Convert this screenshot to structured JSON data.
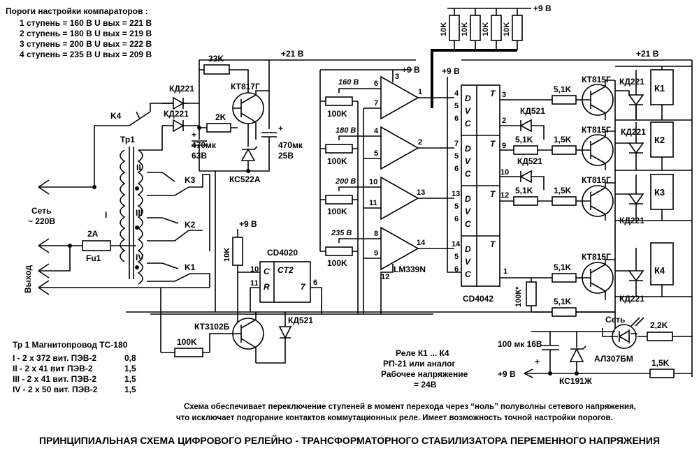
{
  "thresholds": {
    "title": "Пороги настройки  компараторов :",
    "rows": [
      "1 ступень = 160 В   U вых = 221 В",
      "2 ступень = 180 В   U вых = 219 В",
      "3 ступень = 200 В   U вых = 222 В",
      "4 ступень = 235 В   U вых = 209 В"
    ]
  },
  "transformer_spec": {
    "title": "Тр 1  Магнитопровод  ТС-180",
    "rows": [
      {
        "w": "I -   2 х 372 вит.  ПЭВ-2",
        "d": "0,8"
      },
      {
        "w": "II -  2 х 41 вит   ПЭВ-2",
        "d": "1,5"
      },
      {
        "w": "III -  2 х 41 вит.  ПЭВ-2",
        "d": "1,5"
      },
      {
        "w": "IV -  2 х 50 вит.  ПЭВ-2",
        "d": "1,5"
      }
    ]
  },
  "relay_note": [
    "Реле К1 ... К4",
    "РП-21 или аналог",
    "Рабочее напряжение",
    "= 24В"
  ],
  "description": [
    "Схема обеспечивает  переключение ступеней  в момент перехода через “ноль” полуволны сетевого напряжения,",
    "что исключает подгорание контактов коммутационных реле.   Имеет возможность точной настройки порогов."
  ],
  "caption": "ПРИНЦИПИАЛЬНАЯ СХЕМА  ЦИФРОВОГО  РЕЛЕЙНО - ТРАНСФОРМАТОРНОГО СТАБИЛИЗАТОРА  ПЕРЕМЕННОГО НАПРЯЖЕНИЯ",
  "labels": {
    "plus9v": "+9 В",
    "plus21v": "+21 В",
    "r10k": "10K",
    "r33k": "33K",
    "r2k": "2K",
    "r100k": "100K",
    "r51k": "5,1K",
    "r15k": "1,5K",
    "r22k": "2,2K",
    "r100k_star": "100К*",
    "kd221": "КД221",
    "kd521": "КД521",
    "kt817": "КТ817Г",
    "kt815": "КТ815Г",
    "kt3102": "КТ3102Б",
    "ks522": "КС522А",
    "ks191": "КС191Ж",
    "al307": "АЛ307БМ",
    "c470_63": [
      "470мк",
      "63В"
    ],
    "c470_25": [
      "470мк",
      "25В"
    ],
    "c100": "100 мк 16В",
    "tr1": "Тр1",
    "mains": [
      "Сеть",
      "~ 220В"
    ],
    "fuse": [
      "2А",
      "Fu1"
    ],
    "output": "Выход",
    "net_led": "Сеть",
    "lm339": "LM339N",
    "cd4042": "CD4042",
    "cd4020": "CD4020",
    "ct2": "CT2",
    "k1": "K1",
    "k2": "K2",
    "k3": "K3",
    "k4": "K4",
    "relay_k1": "К1",
    "relay_k2": "К2",
    "relay_k3": "К3",
    "relay_k4": "К4",
    "w1": "I",
    "w2": "II",
    "w3": "III",
    "w4": "IV",
    "v160": "160 В",
    "v180": "180 В",
    "v200": "200 В",
    "v235": "235 В",
    "pin_c": "C",
    "pin_r": "R",
    "pin_7": "7",
    "pin_d": "D",
    "pin_v": "V",
    "pin_t": "T",
    "n1": "1",
    "n2": "2",
    "n3": "3",
    "n4": "4",
    "n5": "5",
    "n6": "6",
    "n7": "7",
    "n8": "8",
    "n9": "9",
    "n10": "10",
    "n11": "11",
    "n12": "12",
    "n13": "13",
    "n14": "14",
    "plus": "+"
  }
}
